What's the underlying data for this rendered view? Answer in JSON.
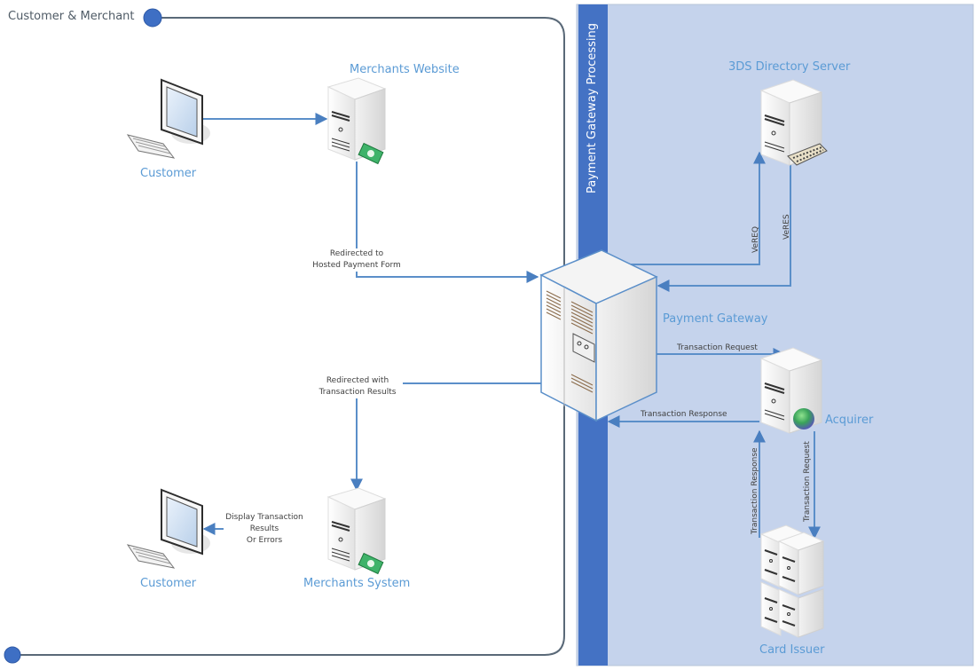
{
  "swimlanes": {
    "customer_merchant": {
      "title": "Customer & Merchant"
    },
    "gateway_processing": {
      "title": "Payment Gateway Processing"
    }
  },
  "nodes": {
    "customer_top": {
      "label": "Customer",
      "icon": "desktop-computer-icon"
    },
    "merchants_website": {
      "label": "Merchants Website",
      "icon": "web-server-with-cash-icon"
    },
    "payment_gateway": {
      "label": "Payment Gateway",
      "icon": "mainframe-server-icon"
    },
    "directory_server": {
      "label": "3DS Directory Server",
      "icon": "directory-server-icon"
    },
    "acquirer": {
      "label": "Acquirer",
      "icon": "server-with-globe-icon"
    },
    "card_issuer": {
      "label": "Card Issuer",
      "icon": "server-cluster-icon"
    },
    "merchants_system": {
      "label": "Merchants System",
      "icon": "web-server-with-cash-icon"
    },
    "customer_bottom": {
      "label": "Customer",
      "icon": "desktop-computer-icon"
    }
  },
  "edges": {
    "redirect_to_form": {
      "line1": "Redirected to",
      "line2": "Hosted Payment Form"
    },
    "redirect_with_results": {
      "line1": "Redirected with",
      "line2": "Transaction Results"
    },
    "display_results": {
      "line1": "Display Transaction",
      "line2": "Results",
      "line3": "Or Errors"
    },
    "vereq": {
      "label": "VeREQ"
    },
    "veres": {
      "label": "VeRES"
    },
    "gw_txn_request": {
      "label": "Transaction Request"
    },
    "gw_txn_response": {
      "label": "Transaction Response"
    },
    "issuer_txn_response": {
      "label": "Transaction Response"
    },
    "issuer_txn_request": {
      "label": "Transaction Request"
    }
  },
  "colors": {
    "lane_fill": "#c5d3ec",
    "lane_header": "#4472c4",
    "connector": "#5b8fc9",
    "label_blue": "#5b9bd5",
    "swimline": "#5a6978"
  }
}
